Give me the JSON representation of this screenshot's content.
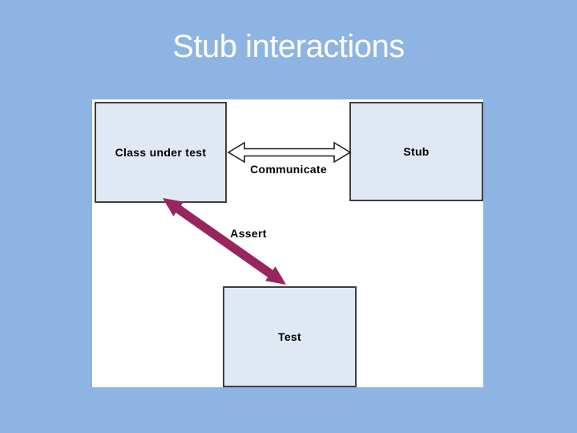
{
  "slide": {
    "title": "Stub interactions"
  },
  "colors": {
    "background": "#8EB4E3",
    "title_text": "#FFFFFF",
    "canvas": "#FFFFFF",
    "box_fill": "#DFE8F3",
    "box_border": "#404040",
    "box_text": "#000000",
    "communicate_arrow_fill": "#FFFFFF",
    "communicate_arrow_outline": "#1F1F1F",
    "assert_arrow_fill": "#99255F",
    "label_text": "#000000"
  },
  "diagram": {
    "boxes": [
      {
        "label": "Class under test"
      },
      {
        "label": "Stub"
      },
      {
        "label": "Test"
      }
    ],
    "arrows": [
      {
        "label": "Communicate",
        "type": "outlined-double-arrow",
        "connects": "Class under test <-> Stub"
      },
      {
        "label": "Assert",
        "type": "solid-double-arrow",
        "connects": "Class under test <-> Test"
      }
    ]
  }
}
